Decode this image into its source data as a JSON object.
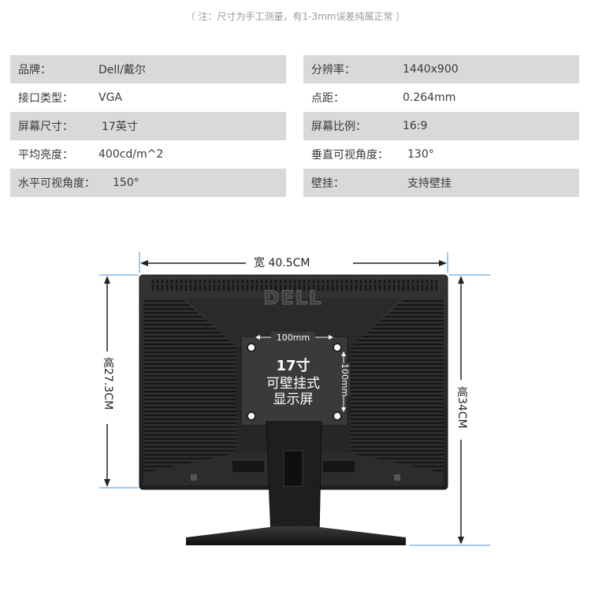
{
  "note": "（ 注：尺寸为手工测量，有1-3mm误差纯属正常 ）",
  "specs": [
    {
      "key": "品牌：",
      "value": "Dell/戴尔"
    },
    {
      "key": "分辨率：",
      "value": "1440x900"
    },
    {
      "key": "接口类型：",
      "value": "VGA"
    },
    {
      "key": "点距：",
      "value": "0.264mm"
    },
    {
      "key": "屏幕尺寸：",
      "value": "17英寸"
    },
    {
      "key": "屏幕比例：",
      "value": "16:9"
    },
    {
      "key": "平均亮度：",
      "value": "400cd/m^2"
    },
    {
      "key": "垂直可视角度：",
      "value": "130°"
    },
    {
      "key": "水平可视角度：",
      "value": "150°"
    },
    {
      "key": "壁挂：",
      "value": "支持壁挂"
    }
  ],
  "diagram": {
    "width_label": "宽 40.5CM",
    "height_label": "高27.3CM",
    "total_height_label": "高34CM",
    "vesa_h_label": "100mm",
    "vesa_v_label": "100mm",
    "mount_text": [
      "17寸",
      "可壁挂式",
      "显示屏"
    ],
    "brand_logo": "DELL"
  },
  "colors": {
    "shaded_row": "#d9d9d9",
    "monitor_body": "#2b2b2b",
    "dimension_line": "#4a90d9"
  }
}
